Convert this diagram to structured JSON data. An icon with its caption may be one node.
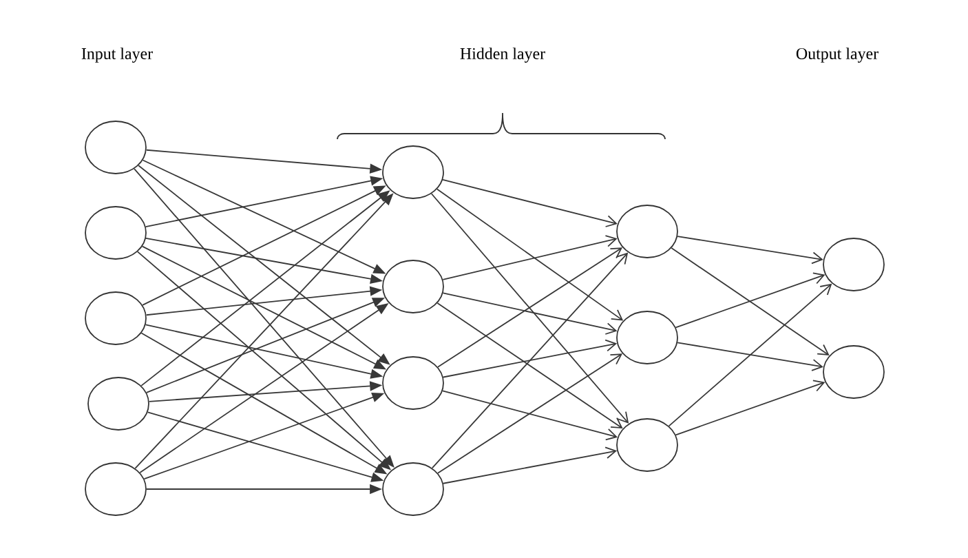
{
  "diagram": {
    "nodes": [
      {
        "text": [],
        "shape": "circle"
      },
      {
        "text": [],
        "shape": "circle"
      },
      {
        "text": [],
        "shape": "circle"
      },
      {
        "text": [],
        "shape": "circle"
      },
      {
        "text": [],
        "shape": "circle"
      },
      {
        "text": [],
        "shape": "circle"
      },
      {
        "text": [],
        "shape": "circle"
      },
      {
        "text": [],
        "shape": "circle"
      },
      {
        "text": [],
        "shape": "circle"
      },
      {
        "text": [],
        "shape": "circle"
      },
      {
        "text": [],
        "shape": "circle"
      },
      {
        "text": [],
        "shape": "circle"
      },
      {
        "text": [],
        "shape": "circle"
      },
      {
        "text": [],
        "shape": "circle"
      }
    ],
    "edges": [
      {
        "from": 0,
        "to": 5,
        "arrow": "to"
      },
      {
        "from": 0,
        "to": 6,
        "arrow": "to"
      },
      {
        "from": 0,
        "to": 7,
        "arrow": "to"
      },
      {
        "from": 0,
        "to": 8,
        "arrow": "to"
      },
      {
        "from": 1,
        "to": 5,
        "arrow": "to"
      },
      {
        "from": 1,
        "to": 6,
        "arrow": "to"
      },
      {
        "from": 1,
        "to": 7,
        "arrow": "to"
      },
      {
        "from": 1,
        "to": 8,
        "arrow": "to"
      },
      {
        "from": 2,
        "to": 5,
        "arrow": "to"
      },
      {
        "from": 2,
        "to": 6,
        "arrow": "to"
      },
      {
        "from": 2,
        "to": 7,
        "arrow": "to"
      },
      {
        "from": 2,
        "to": 8,
        "arrow": "to"
      },
      {
        "from": 3,
        "to": 5,
        "arrow": "to"
      },
      {
        "from": 3,
        "to": 6,
        "arrow": "to"
      },
      {
        "from": 3,
        "to": 7,
        "arrow": "to"
      },
      {
        "from": 3,
        "to": 8,
        "arrow": "to"
      },
      {
        "from": 4,
        "to": 5,
        "arrow": "to"
      },
      {
        "from": 4,
        "to": 6,
        "arrow": "to"
      },
      {
        "from": 4,
        "to": 7,
        "arrow": "to"
      },
      {
        "from": 4,
        "to": 8,
        "arrow": "to"
      },
      {
        "from": 5,
        "to": 9,
        "arrow": "to"
      },
      {
        "from": 5,
        "to": 10,
        "arrow": "to"
      },
      {
        "from": 5,
        "to": 11,
        "arrow": "to"
      },
      {
        "from": 6,
        "to": 9,
        "arrow": "to"
      },
      {
        "from": 6,
        "to": 10,
        "arrow": "to"
      },
      {
        "from": 6,
        "to": 11,
        "arrow": "to"
      },
      {
        "from": 7,
        "to": 9,
        "arrow": "to"
      },
      {
        "from": 7,
        "to": 10,
        "arrow": "to"
      },
      {
        "from": 7,
        "to": 11,
        "arrow": "to"
      },
      {
        "from": 8,
        "to": 9,
        "arrow": "to"
      },
      {
        "from": 8,
        "to": 10,
        "arrow": "to"
      },
      {
        "from": 8,
        "to": 11,
        "arrow": "to"
      },
      {
        "from": 9,
        "to": 12,
        "arrow": "to"
      },
      {
        "from": 9,
        "to": 13,
        "arrow": "to"
      },
      {
        "from": 10,
        "to": 12,
        "arrow": "to"
      },
      {
        "from": 10,
        "to": 13,
        "arrow": "to"
      },
      {
        "from": 11,
        "to": 12,
        "arrow": "to"
      },
      {
        "from": 11,
        "to": 13,
        "arrow": "to"
      }
    ],
    "labels": [
      "Input layer",
      "Hidden layer",
      "Output layer"
    ]
  }
}
